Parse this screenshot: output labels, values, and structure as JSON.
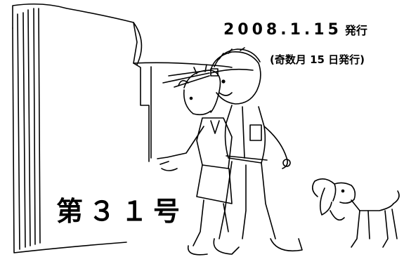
{
  "header": {
    "date": "2008.1.15",
    "date_suffix": "発行",
    "schedule_note": "(奇数月 15 日発行)"
  },
  "issue": {
    "label": "第３１号"
  },
  "illustration": {
    "icons": [
      "open-book-icon",
      "boy-with-headlamp-icon",
      "girl-pointing-icon",
      "dog-icon"
    ]
  },
  "colors": {
    "ink": "#000000",
    "background": "#ffffff"
  }
}
